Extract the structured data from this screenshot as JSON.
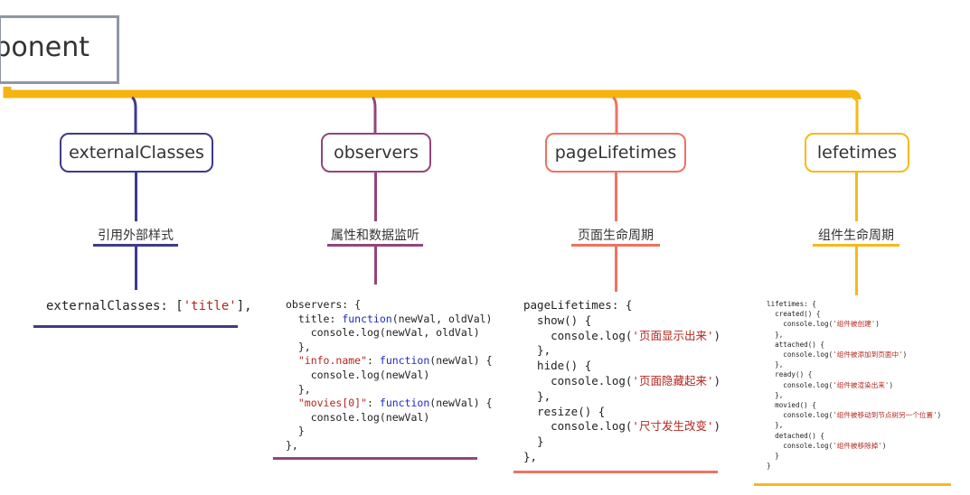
{
  "root": {
    "label": "ponent"
  },
  "colors": {
    "trunk": "#f5b40f",
    "externalClasses": "#3f3a8c",
    "observers": "#94457a",
    "pageLifetimes": "#ee7262",
    "lefetimes": "#f6b91a"
  },
  "branches": [
    {
      "title": "externalClasses",
      "subtitle": "引用外部样式",
      "code": "externalClasses: ['title'],"
    },
    {
      "title": "observers",
      "subtitle": "属性和数据监听",
      "code": [
        "observers: {",
        "  title: function(newVal, oldVal)",
        "    console.log(newVal, oldVal)",
        "  },",
        "  \"info.name\": function(newVal) {",
        "    console.log(newVal)",
        "  },",
        "  \"movies[0]\": function(newVal) {",
        "    console.log(newVal)",
        "  }",
        "},"
      ]
    },
    {
      "title": "pageLifetimes",
      "subtitle": "页面生命周期",
      "code": [
        "pageLifetimes: {",
        "  show() {",
        "    console.log('页面显示出来')",
        "  },",
        "  hide() {",
        "    console.log('页面隐藏起来')",
        "  },",
        "  resize() {",
        "    console.log('尺寸发生改变')",
        "  }",
        "},"
      ]
    },
    {
      "title": "lefetimes",
      "subtitle": "组件生命周期",
      "code": [
        "lifetimes: {",
        "  created() {",
        "    console.log('组件被创建')",
        "  },",
        "  attached() {",
        "    console.log('组件被添加到页面中')",
        "  },",
        "  ready() {",
        "    console.log('组件被渲染出来')",
        "  },",
        "  movied() {",
        "    console.log('组件被移动到节点树另一个位置')",
        "  },",
        "  detached() {",
        "    console.log('组件被移除掉')",
        "  }",
        "}"
      ]
    }
  ]
}
